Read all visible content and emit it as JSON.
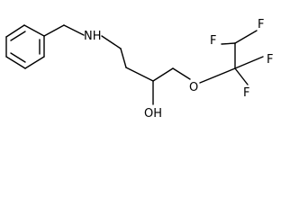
{
  "molecule": {
    "atoms": {
      "nitrogen": "NH",
      "hydroxyl": "OH",
      "ether_oxygen": "O",
      "fluorine_1": "F",
      "fluorine_2": "F",
      "fluorine_3": "F",
      "fluorine_4": "F"
    },
    "colors": {
      "bond": "#000000",
      "text": "#000000",
      "background": "#ffffff"
    }
  }
}
